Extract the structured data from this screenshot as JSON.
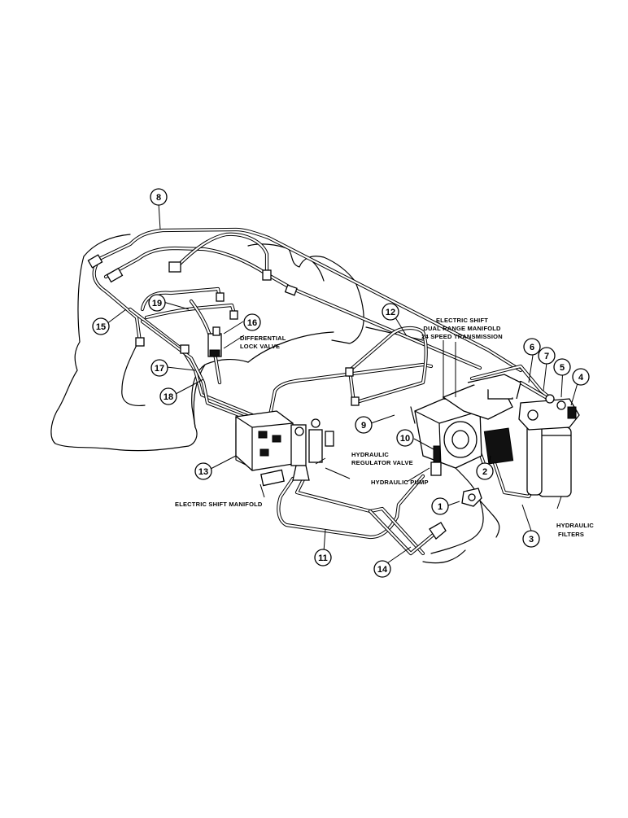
{
  "callouts": [
    {
      "id": "c1",
      "label": "1"
    },
    {
      "id": "c2",
      "label": "2"
    },
    {
      "id": "c3",
      "label": "3"
    },
    {
      "id": "c4",
      "label": "4"
    },
    {
      "id": "c5",
      "label": "5"
    },
    {
      "id": "c6",
      "label": "6"
    },
    {
      "id": "c7",
      "label": "7"
    },
    {
      "id": "c8",
      "label": "8"
    },
    {
      "id": "c9",
      "label": "9"
    },
    {
      "id": "c10",
      "label": "10"
    },
    {
      "id": "c11",
      "label": "11"
    },
    {
      "id": "c12",
      "label": "12"
    },
    {
      "id": "c13",
      "label": "13"
    },
    {
      "id": "c14",
      "label": "14"
    },
    {
      "id": "c15",
      "label": "15"
    },
    {
      "id": "c16",
      "label": "16"
    },
    {
      "id": "c17",
      "label": "17"
    },
    {
      "id": "c18",
      "label": "18"
    },
    {
      "id": "c19",
      "label": "19"
    }
  ],
  "labels": {
    "electric_shift_line1": "ELECTRIC SHIFT",
    "electric_shift_line2": "DUAL RANGE MANIFOLD",
    "electric_shift_line3": "24 SPEED TRANSMISSION",
    "differential_line1": "DIFFERENTIAL",
    "differential_line2": "LOCK VALVE",
    "hydraulic_regulator_line1": "HYDRAULIC",
    "hydraulic_regulator_line2": "REGULATOR VALVE",
    "hydraulic_pump": "HYDRAULIC PUMP",
    "electric_shift_manifold": "ELECTRIC SHIFT MANIFOLD",
    "hydraulic_filters_line1": "HYDRAULIC",
    "hydraulic_filters_line2": "FILTERS"
  }
}
